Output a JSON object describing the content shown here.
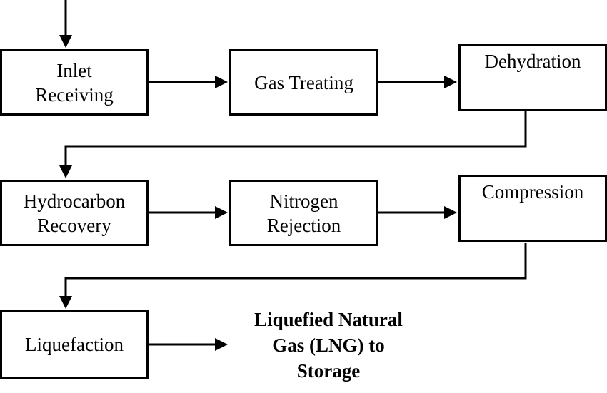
{
  "diagram": {
    "stroke_color": "#000000",
    "background_color": "#ffffff",
    "nodes": {
      "inlet_receiving": {
        "lines": [
          "Inlet",
          "Receiving"
        ]
      },
      "gas_treating": {
        "lines": [
          "Gas Treating"
        ]
      },
      "dehydration": {
        "lines": [
          "Dehydration"
        ]
      },
      "hydrocarbon_recovery": {
        "lines": [
          "Hydrocarbon",
          "Recovery"
        ]
      },
      "nitrogen_rejection": {
        "lines": [
          "Nitrogen",
          "Rejection"
        ]
      },
      "compression": {
        "lines": [
          "Compression"
        ]
      },
      "liquefaction": {
        "lines": [
          "Liquefaction"
        ]
      }
    },
    "output": {
      "lines": [
        "Liquefied Natural",
        "Gas (LNG) to",
        "Storage"
      ]
    }
  }
}
